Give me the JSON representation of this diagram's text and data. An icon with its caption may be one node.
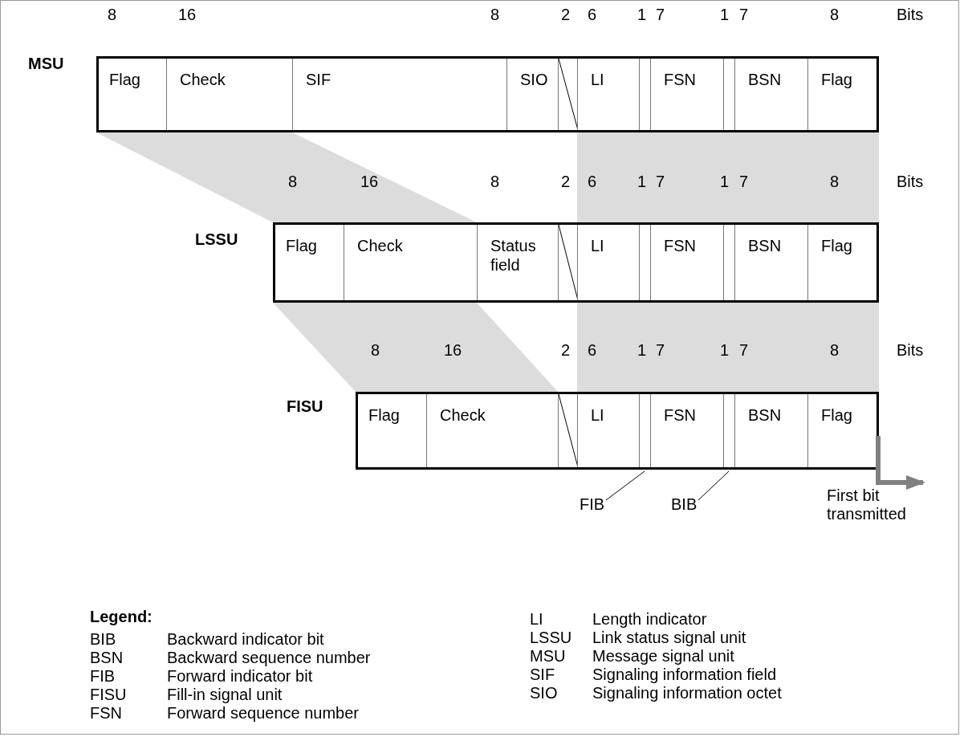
{
  "diagram": {
    "nodes": [
      {
        "text": [
          "MSU"
        ]
      },
      {
        "text": [
          "Flag"
        ],
        "in": 0
      },
      {
        "text": [
          "Check"
        ],
        "in": 0
      },
      {
        "text": [
          "SIF"
        ],
        "in": 0
      },
      {
        "text": [
          "SIO"
        ],
        "in": 0
      },
      {
        "text": [],
        "shape": "box",
        "in": 0
      },
      {
        "text": [
          "LI"
        ],
        "in": 0
      },
      {
        "text": [],
        "shape": "box",
        "in": 0
      },
      {
        "text": [
          "FSN"
        ],
        "in": 0
      },
      {
        "text": [],
        "shape": "box",
        "in": 0
      },
      {
        "text": [
          "BSN"
        ],
        "in": 0
      },
      {
        "text": [
          "Flag"
        ],
        "in": 0
      },
      {
        "text": [
          "LSSU"
        ]
      },
      {
        "text": [
          "Flag"
        ],
        "in": 12
      },
      {
        "text": [
          "Check"
        ],
        "in": 12
      },
      {
        "text": [
          "Status field"
        ],
        "in": 12
      },
      {
        "text": [],
        "shape": "box",
        "in": 12
      },
      {
        "text": [
          "LI"
        ],
        "in": 12
      },
      {
        "text": [],
        "shape": "box",
        "in": 12
      },
      {
        "text": [
          "FSN"
        ],
        "in": 12
      },
      {
        "text": [],
        "shape": "box",
        "in": 12
      },
      {
        "text": [
          "BSN"
        ],
        "in": 12
      },
      {
        "text": [
          "Flag"
        ],
        "in": 12
      },
      {
        "text": [
          "FISU"
        ]
      },
      {
        "text": [
          "Flag"
        ],
        "in": 23
      },
      {
        "text": [
          "Check"
        ],
        "in": 23
      },
      {
        "text": [],
        "shape": "box",
        "in": 23
      },
      {
        "text": [
          "LI"
        ],
        "in": 23
      },
      {
        "text": [],
        "shape": "box",
        "in": 23
      },
      {
        "text": [
          "FSN"
        ],
        "in": 23
      },
      {
        "text": [],
        "shape": "box",
        "in": 23
      },
      {
        "text": [
          "BSN"
        ],
        "in": 23
      },
      {
        "text": [
          "Flag"
        ],
        "in": 23
      },
      {
        "text": [
          "FIB"
        ]
      },
      {
        "text": [
          "BIB"
        ]
      }
    ],
    "edges": [
      {
        "from": 33,
        "to": 28,
        "arrow": "none"
      },
      {
        "from": 34,
        "to": 30,
        "arrow": "none"
      },
      {
        "from": 23,
        "to": null,
        "arrow": "to",
        "style": "thick",
        "color": "#808080"
      }
    ],
    "labels": [
      "8",
      "16",
      "8",
      "2",
      "6",
      "1",
      "7",
      "1",
      "7",
      "8",
      "Bits",
      "8",
      "16",
      "8",
      "2",
      "6",
      "1",
      "7",
      "1",
      "7",
      "8",
      "Bits",
      "8",
      "16",
      "2",
      "6",
      "1",
      "7",
      "1",
      "7",
      "8",
      "Bits",
      "First bit transmitted",
      "Legend:",
      "BIB",
      "Backward indicator bit",
      "BSN",
      "Backward sequence number",
      "FIB",
      "Forward indicator bit",
      "FISU",
      "Fill-in signal unit",
      "FSN",
      "Forward sequence number",
      "LI",
      "Length  indicator",
      "LSSU",
      "Link status signal unit",
      "MSU",
      "Message signal unit",
      "SIF",
      "Signaling information field",
      "SIO",
      "Signaling information octet"
    ]
  }
}
